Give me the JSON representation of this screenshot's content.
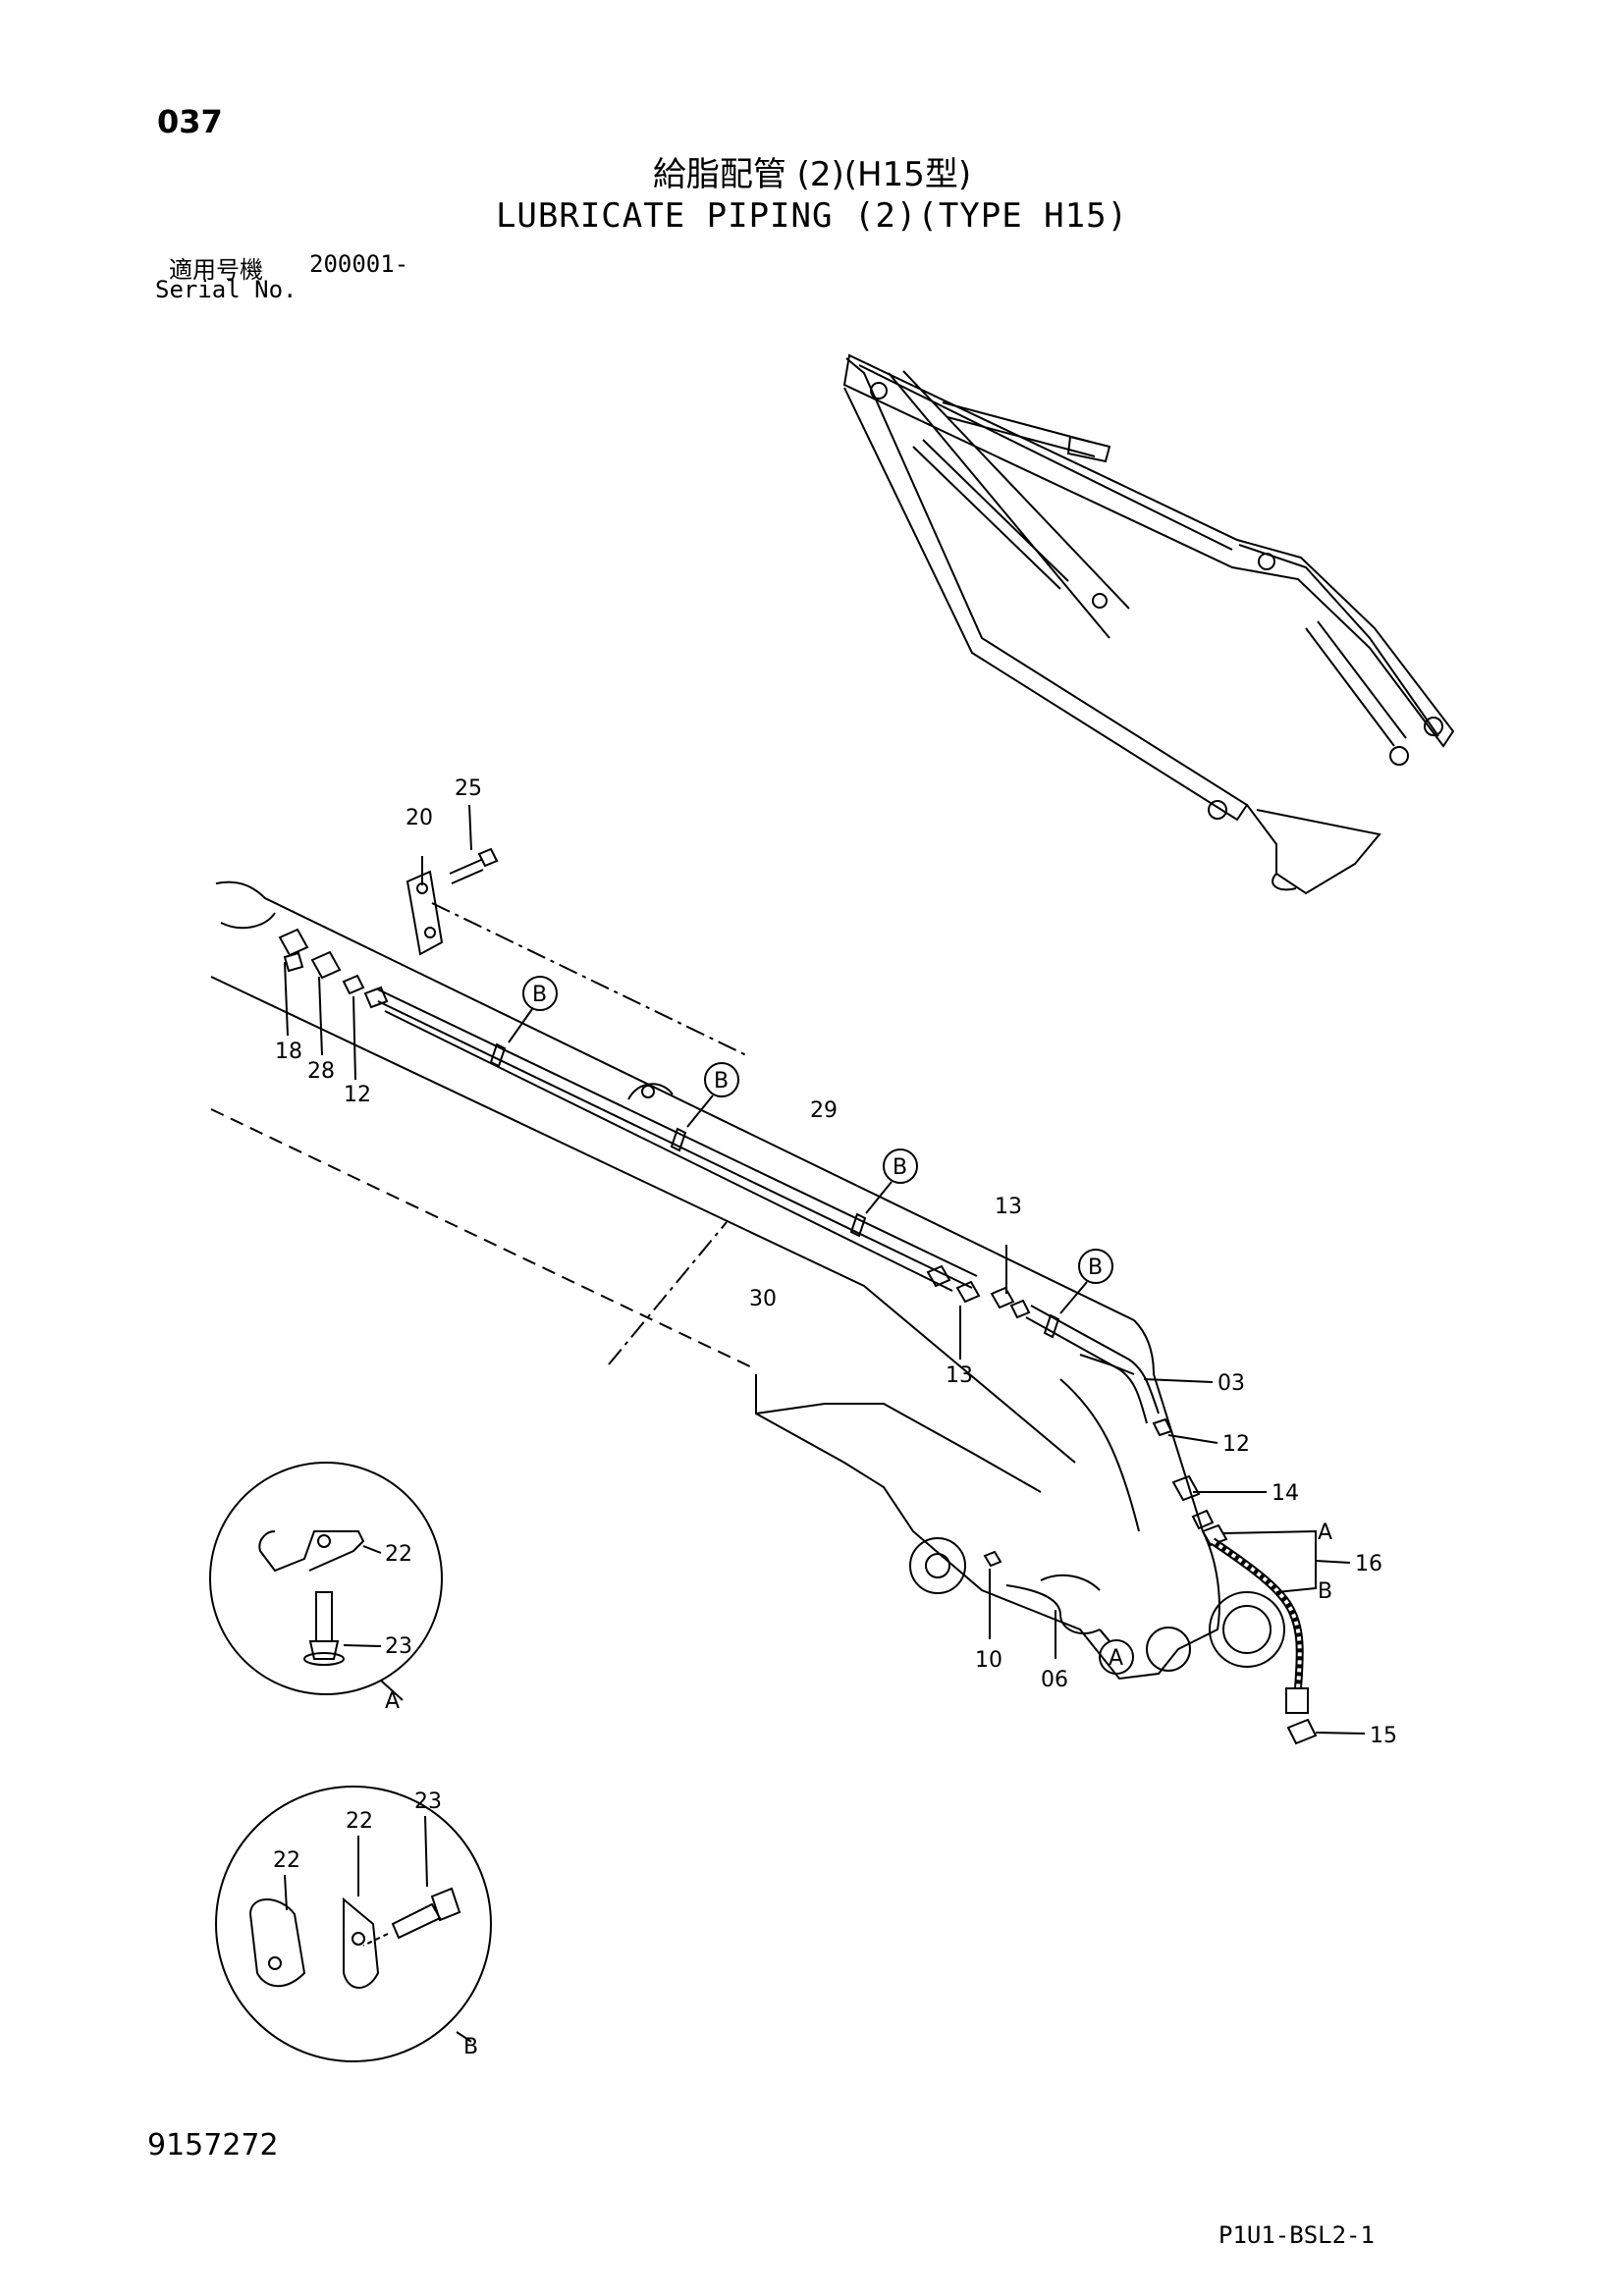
{
  "header": {
    "page_number": "037",
    "title_ja": "給脂配管 (2)(H15型)",
    "title_en": "LUBRICATE PIPING (2)(TYPE H15)",
    "serial_label_ja": "適用号機",
    "serial_value": "200001-",
    "serial_label_en": "Serial No."
  },
  "callouts": {
    "c25": "25",
    "c20": "20",
    "c18": "18",
    "c28": "28",
    "c12a": "12",
    "c29": "29",
    "c30": "30",
    "c13a": "13",
    "c13b": "13",
    "c03": "03",
    "c12b": "12",
    "c14": "14",
    "c16": "16",
    "cA": "A",
    "cB": "B",
    "c15": "15",
    "c10": "10",
    "c06": "06",
    "b1": "B",
    "b2": "B",
    "b3": "B",
    "b4": "B",
    "aCircle": "A",
    "d1_22": "22",
    "d1_23": "23",
    "d1_tag": "A",
    "d2_22a": "22",
    "d2_22b": "22",
    "d2_23": "23",
    "d2_tag": "B"
  },
  "footer": {
    "document_number": "9157272",
    "sheet_code": "P1U1-BSL2-1"
  }
}
